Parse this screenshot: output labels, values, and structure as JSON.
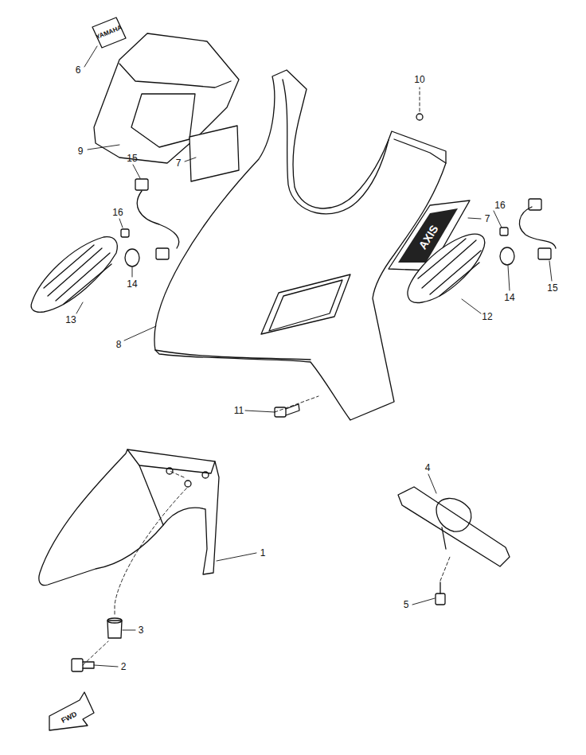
{
  "diagram": {
    "labels": [
      "YAMAHA",
      "6",
      "10",
      "9",
      "7",
      "15",
      "16",
      "AXIS",
      "7",
      "16",
      "15",
      "14",
      "14",
      "13",
      "12",
      "8",
      "11",
      "1",
      "4",
      "5",
      "3",
      "2",
      "FWD"
    ]
  }
}
